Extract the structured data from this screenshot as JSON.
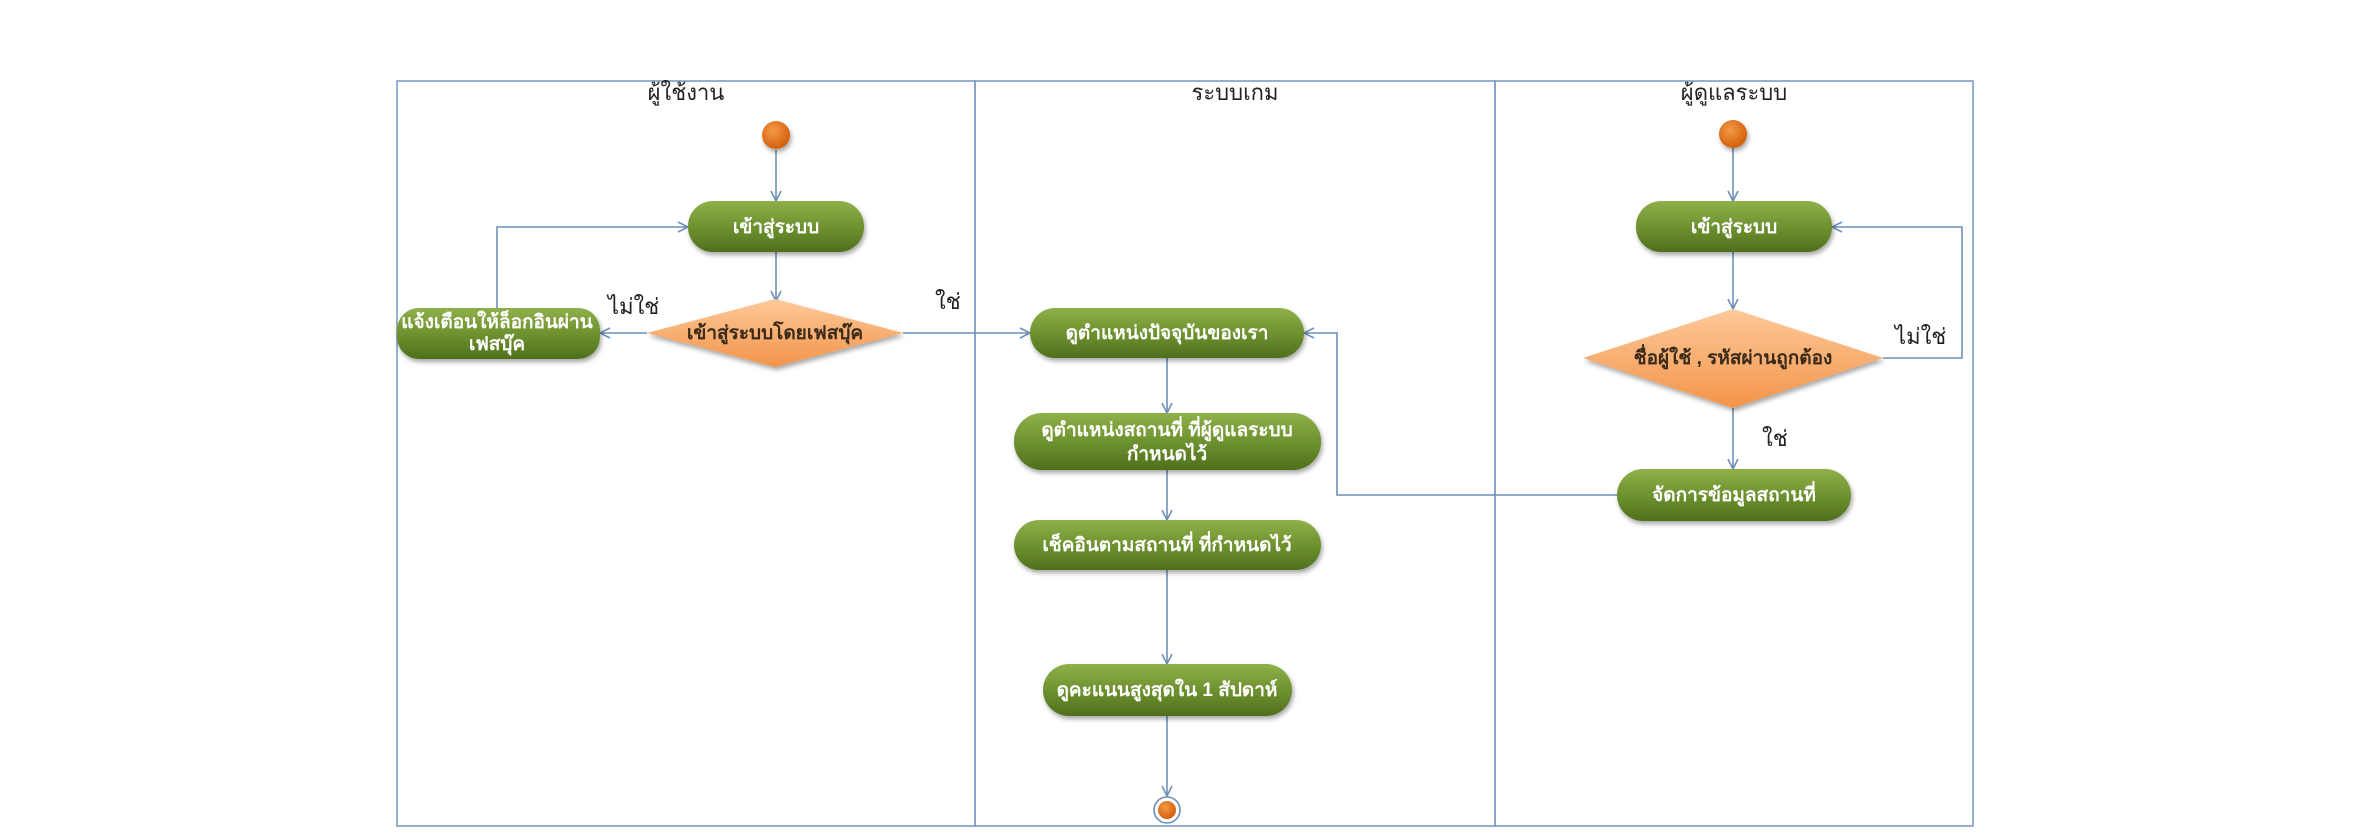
{
  "lanes": {
    "user": "ผู้ใช้งาน",
    "game": "ระบบเกม",
    "admin": "ผู้ดูแลระบบ"
  },
  "activities": {
    "user_login": "เข้าสู่ระบบ",
    "warn_line1": "แจ้งเตือนให้ล็อกอินผ่าน",
    "warn_line2": "เฟสบุ๊ค",
    "view_current": "ดูตำแหน่งปัจจุบันของเรา",
    "view_places_line1": "ดูตำแหน่งสถานที่  ที่ผู้ดูแลระบบ",
    "view_places_line2": "กำหนดไว้",
    "checkin": "เช็คอินตามสถานที่ ที่กำหนดไว้",
    "top_score": "ดูคะแนนสูงสุดใน 1 สัปดาห์",
    "admin_login": "เข้าสู่ระบบ",
    "manage_places": "จัดการข้อมูลสถานที่"
  },
  "decisions": {
    "facebook_login": "เข้าสู่ระบบโดยเฟสบุ๊ค",
    "credentials_ok": "ชื่อผู้ใช้ , รหัสผ่านถูกต้อง"
  },
  "guards": {
    "user_no": "ไม่ใช่",
    "user_yes": "ใช่",
    "admin_no": "ไม่ใช่",
    "admin_yes": "ใช่"
  },
  "colors": {
    "activity_fill": "#6b8f2e",
    "decision_fill": "#f7a862",
    "node_fill": "#e36b10",
    "edge": "#6f8fb8",
    "lane_border": "#7f9cc4"
  }
}
